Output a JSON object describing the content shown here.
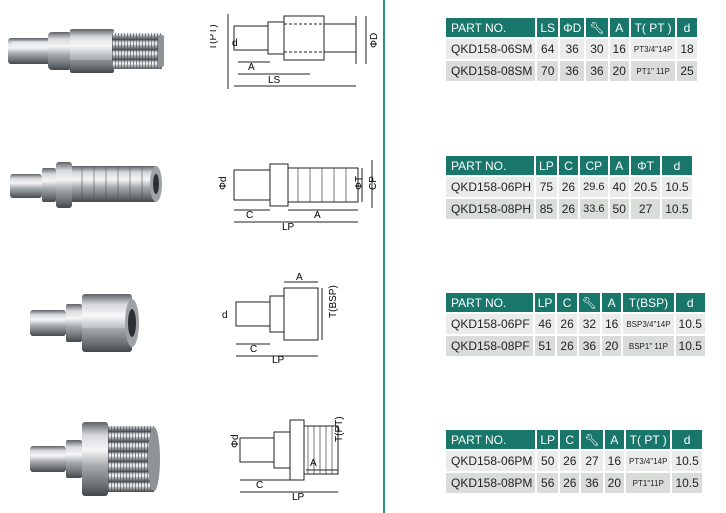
{
  "drawing_labels": {
    "sm": {
      "t": "T(PT)",
      "d": "d",
      "a": "A",
      "ls": "LS",
      "phid": "ΦD"
    },
    "ph": {
      "phid": "Φd",
      "c": "C",
      "a": "A",
      "lp": "LP",
      "phit": "ΦT",
      "cp": "CP"
    },
    "pf": {
      "a": "A",
      "d": "d",
      "t": "T(BSP)",
      "c": "C",
      "lp": "LP"
    },
    "pm": {
      "phid": "Φd",
      "t": "T(PT)",
      "c": "C",
      "a": "A",
      "lp": "LP"
    }
  },
  "tables": [
    {
      "headers": [
        "PART NO.",
        "LS",
        "ΦD",
        "",
        "A",
        "T( PT )",
        "d"
      ],
      "rows": [
        [
          "QKD158-06SM",
          "64",
          "36",
          "30",
          "16",
          "PT3/4\"14P",
          "18"
        ],
        [
          "QKD158-08SM",
          "70",
          "36",
          "36",
          "20",
          "PT1\" 11P",
          "25"
        ]
      ]
    },
    {
      "headers": [
        "PART NO.",
        "LP",
        "C",
        "CP",
        "A",
        "ΦT",
        "d"
      ],
      "rows": [
        [
          "QKD158-06PH",
          "75",
          "26",
          "29.6",
          "40",
          "20.5",
          "10.5"
        ],
        [
          "QKD158-08PH",
          "85",
          "26",
          "33.6",
          "50",
          "27",
          "10.5"
        ]
      ]
    },
    {
      "headers": [
        "PART NO.",
        "LP",
        "C",
        "",
        "A",
        "T(BSP)",
        "d"
      ],
      "rows": [
        [
          "QKD158-06PF",
          "46",
          "26",
          "32",
          "16",
          "BSP3/4\"14P",
          "10.5"
        ],
        [
          "QKD158-08PF",
          "51",
          "26",
          "36",
          "20",
          "BSP1\" 11P",
          "10.5"
        ]
      ]
    },
    {
      "headers": [
        "PART NO.",
        "LP",
        "C",
        "",
        "A",
        "T( PT )",
        "d"
      ],
      "rows": [
        [
          "QKD158-06PM",
          "50",
          "26",
          "27",
          "16",
          "PT3/4\"14P",
          "10.5"
        ],
        [
          "QKD158-08PM",
          "56",
          "26",
          "36",
          "20",
          "PT1\"11P",
          "10.5"
        ]
      ]
    }
  ],
  "colors": {
    "header": "#18776a",
    "divider": "#2f8f7a",
    "row": "#e9ecea",
    "row_alt": "#d8ddda"
  }
}
